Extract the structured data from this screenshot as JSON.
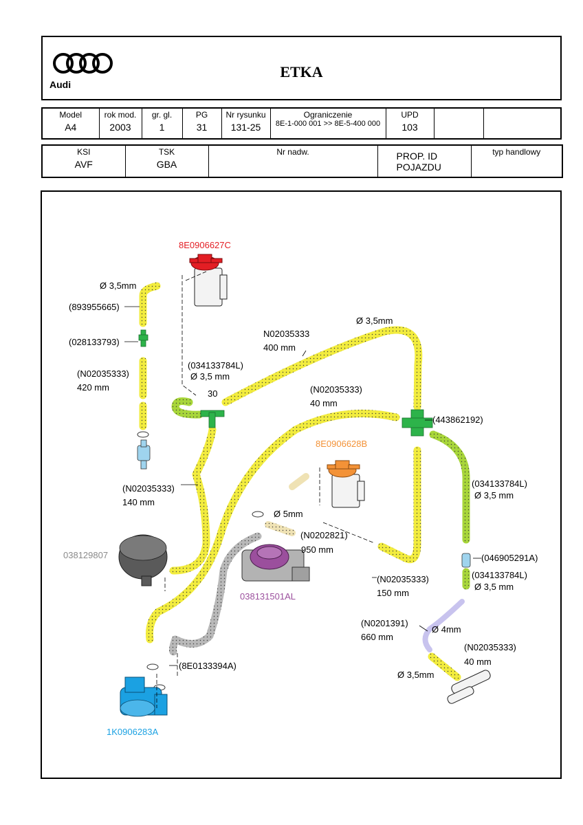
{
  "header": {
    "logo_text": "Audi",
    "title": "ETKA"
  },
  "table1": {
    "headers": [
      "Model",
      "rok mod.",
      "gr. gl.",
      "PG",
      "Nr rysunku",
      "Ograniczenie",
      "UPD",
      "",
      ""
    ],
    "values": [
      "A4",
      "2003",
      "1",
      "31",
      "131-25",
      "8E-1-000 001 >> 8E-5-400 000",
      "103",
      "",
      ""
    ]
  },
  "table2": {
    "headers": [
      "KSI",
      "TSK",
      "Nr nadw.",
      "PROP. ID POJAZDU",
      "typ handlowy"
    ],
    "values": [
      "AVF",
      "GBA",
      "",
      "",
      ""
    ]
  },
  "colors": {
    "red": "#e31e24",
    "orange": "#f39237",
    "purple": "#9b4f9d",
    "blue": "#1ba1e2",
    "gray_label": "#8a8a8a",
    "hose_yellow": "#f2ec3e",
    "hose_green": "#a8d63a",
    "hose_gray": "#b9b9b9",
    "hose_lilac": "#c8c3ee",
    "connector_green": "#2db34a"
  },
  "diagram": {
    "part_red": "8E0906627C",
    "part_orange": "8E0906628B",
    "part_purple": "038131501AL",
    "part_gray": "038129807",
    "part_blue": "1K0906283A",
    "l_d35_top": "Ø 3,5mm",
    "l_893955665": "(893955665)",
    "l_028133793": "(028133793)",
    "l_n420_a": "(N02035333)",
    "l_n420_b": "420 mm",
    "l_034_a": "(034133784L)",
    "l_034_b": "Ø 3,5 mm",
    "l_30": "30",
    "l_n400_a": "N02035333",
    "l_n400_b": "400 mm",
    "l_d35_right": "Ø 3,5mm",
    "l_n40_a": "(N02035333)",
    "l_n40_b": "40 mm",
    "l_443862192": "(443862192)",
    "l_n140_a": "(N02035333)",
    "l_n140_b": "140 mm",
    "l_d5": "Ø 5mm",
    "l_n0202821": "(N0202821)",
    "l_950": "950 mm",
    "l_034r_a": "(034133784L)",
    "l_034r_b": "Ø 3,5 mm",
    "l_046905291A": "(046905291A)",
    "l_034r2_a": "(034133784L)",
    "l_034r2_b": "Ø 3,5 mm",
    "l_n150_a": "(N02035333)",
    "l_n150_b": "150 mm",
    "l_n0201391": "(N0201391)",
    "l_660": "660 mm",
    "l_d4": "Ø 4mm",
    "l_n40b_a": "(N02035333)",
    "l_n40b_b": "40 mm",
    "l_d35_bottom": "Ø 3,5mm",
    "l_8E0133394A": "(8E0133394A)"
  }
}
